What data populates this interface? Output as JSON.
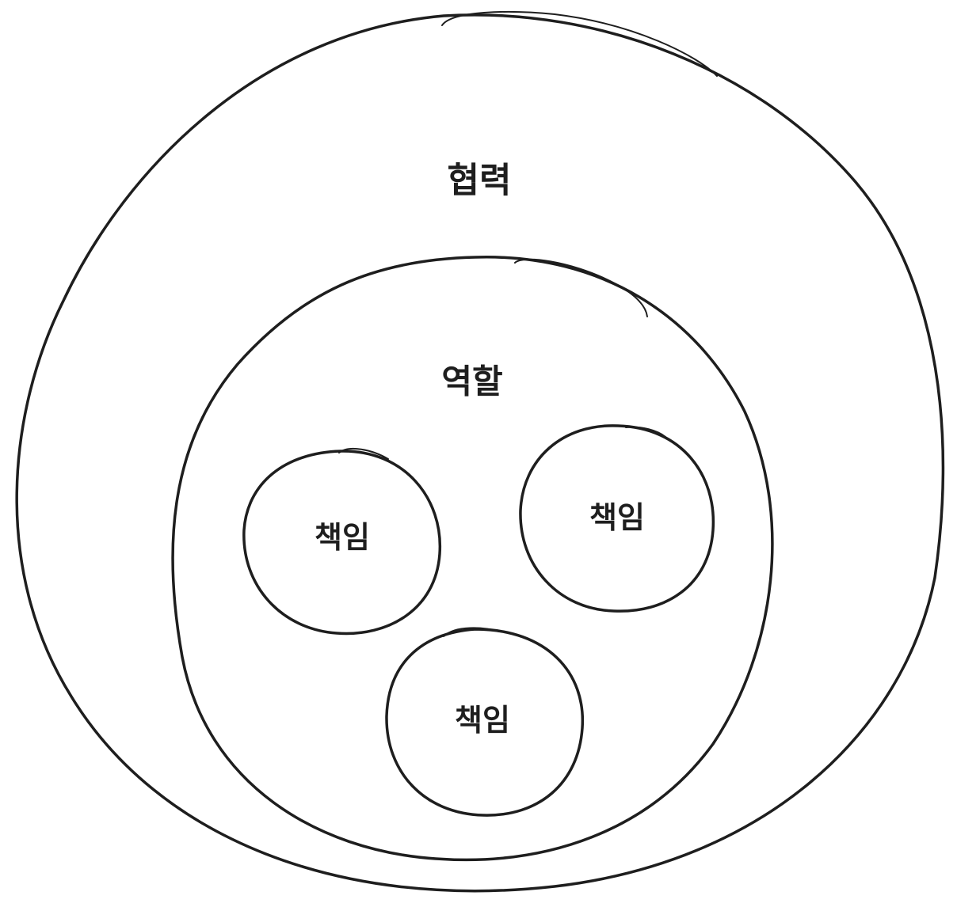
{
  "diagram": {
    "outer": {
      "label": "협력"
    },
    "middle": {
      "label": "역할"
    },
    "inner": [
      {
        "label": "책임"
      },
      {
        "label": "책임"
      },
      {
        "label": "책임"
      }
    ]
  },
  "colors": {
    "stroke": "#1e1e1e",
    "background": "#ffffff"
  }
}
